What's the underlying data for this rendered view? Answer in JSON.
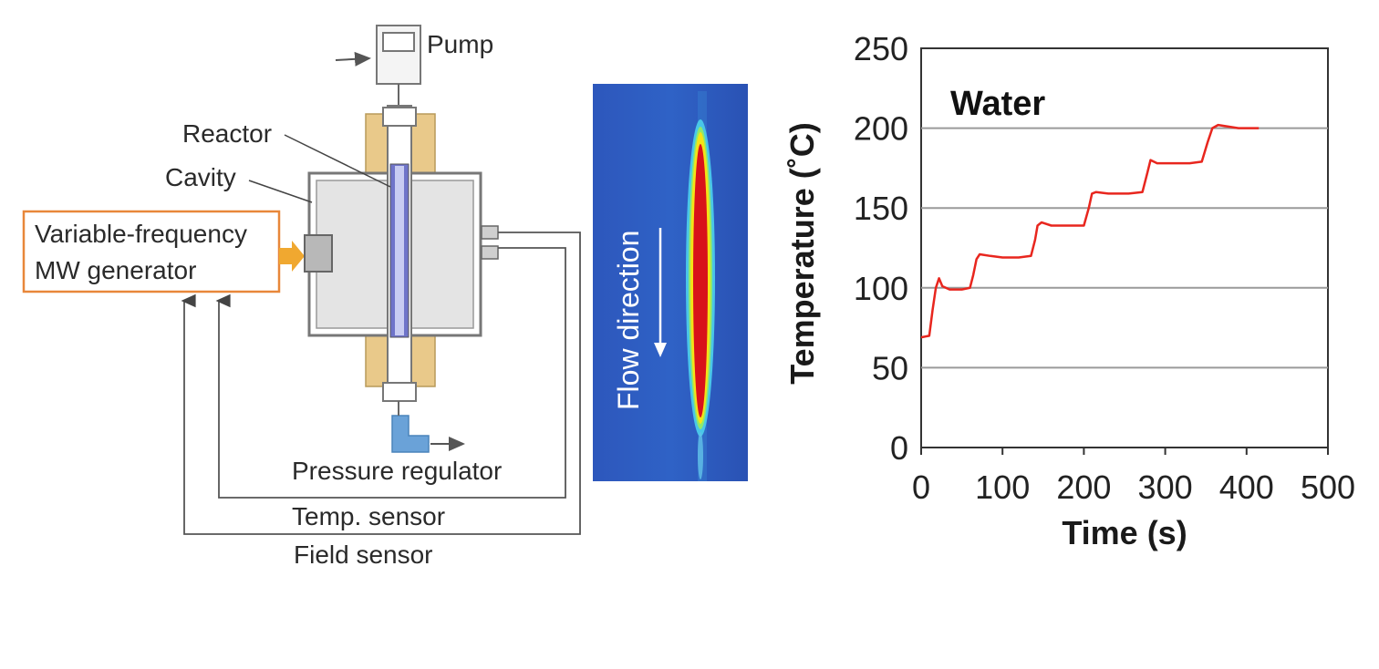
{
  "diagram": {
    "labels": {
      "pump": "Pump",
      "reactor": "Reactor",
      "cavity": "Cavity",
      "generator_line1": "Variable-frequency",
      "generator_line2": "MW generator",
      "pressure_regulator": "Pressure regulator",
      "temp_sensor": "Temp. sensor",
      "field_sensor": "Field sensor"
    },
    "colors": {
      "generator_border": "#e8873a",
      "feed_arrow": "#f0a830",
      "flange": "#e9c98a",
      "reactor_tube": "#6f74c9",
      "regulator": "#6aa2d8",
      "cavity_fill": "#e4e4e4"
    }
  },
  "thermal_image": {
    "label": "Flow direction",
    "colors": {
      "background": "#2a55b8",
      "hot": "#d8121a",
      "warm": "#f5e316"
    }
  },
  "chart_data": {
    "type": "line",
    "title": "Water",
    "xlabel": "Time (s)",
    "ylabel": "Temperature (˚C)",
    "xlim": [
      0,
      500
    ],
    "ylim": [
      0,
      250
    ],
    "xticks": [
      "0",
      "100",
      "200",
      "300",
      "400",
      "500"
    ],
    "yticks": [
      "0",
      "50",
      "100",
      "150",
      "200",
      "250"
    ],
    "grid": "horizontal",
    "series": [
      {
        "color": "#e8261e",
        "x": [
          0,
          10,
          14,
          18,
          22,
          26,
          35,
          50,
          60,
          64,
          68,
          72,
          85,
          100,
          120,
          135,
          140,
          143,
          148,
          160,
          180,
          200,
          206,
          210,
          215,
          230,
          255,
          272,
          278,
          282,
          290,
          310,
          330,
          345,
          352,
          358,
          365,
          390,
          415
        ],
        "y": [
          69,
          70,
          86,
          100,
          106,
          101,
          99,
          99,
          100,
          108,
          118,
          121,
          120,
          119,
          119,
          120,
          130,
          139,
          141,
          139,
          139,
          139,
          150,
          159,
          160,
          159,
          159,
          160,
          172,
          180,
          178,
          178,
          178,
          179,
          191,
          200,
          202,
          200,
          200
        ]
      }
    ]
  }
}
